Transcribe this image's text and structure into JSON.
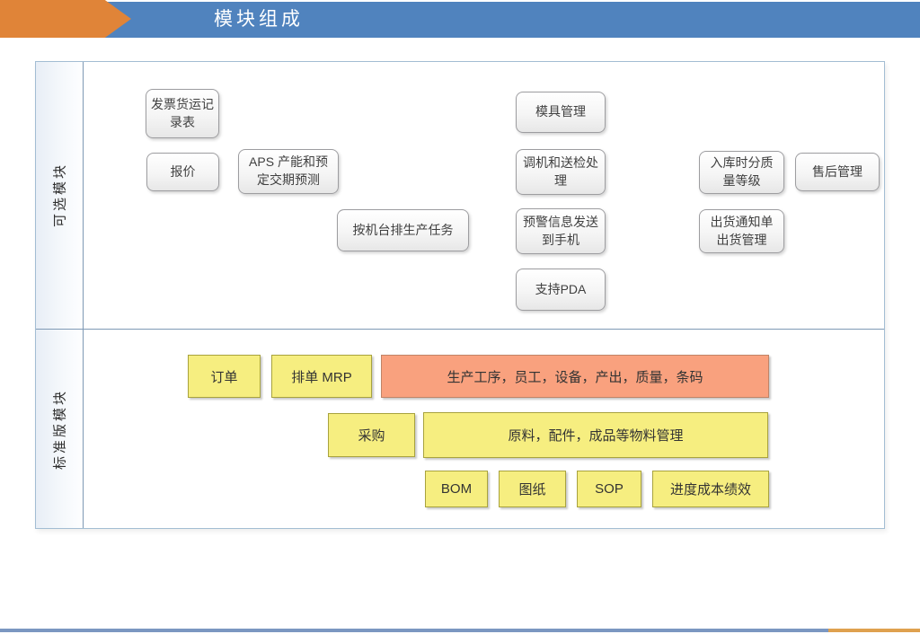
{
  "header": {
    "title": "模块组成"
  },
  "left_labels": {
    "optional": "可选模块",
    "standard": "标准版模块"
  },
  "optional_modules": [
    {
      "label": "发票货运记录表"
    },
    {
      "label": "报价"
    },
    {
      "label": "APS 产能和预定交期预测"
    },
    {
      "label": "按机台排生产任务"
    },
    {
      "label": "模具管理"
    },
    {
      "label": "调机和送检处理"
    },
    {
      "label": "预警信息发送到手机"
    },
    {
      "label": "支持PDA"
    },
    {
      "label": "入库时分质量等级"
    },
    {
      "label": "售后管理"
    },
    {
      "label": "出货通知单出货管理"
    }
  ],
  "standard_modules": [
    {
      "label": "订单",
      "type": "yellow"
    },
    {
      "label": "排单 MRP",
      "type": "yellow"
    },
    {
      "label": "生产工序，员工，设备，产出，质量，条码",
      "type": "orange"
    },
    {
      "label": "采购",
      "type": "yellow"
    },
    {
      "label": "原料，配件，成品等物料管理",
      "type": "yellow"
    },
    {
      "label": "BOM",
      "type": "yellow"
    },
    {
      "label": "图纸",
      "type": "yellow"
    },
    {
      "label": "SOP",
      "type": "yellow"
    },
    {
      "label": "进度成本绩效",
      "type": "yellow"
    }
  ],
  "colors": {
    "header_blue": "#5083BE",
    "header_orange": "#E08438",
    "yellow": "#F6EE80",
    "salmon": "#F9A17E",
    "footer_blue": "#7B97C1",
    "footer_orange": "#DFA14F"
  }
}
